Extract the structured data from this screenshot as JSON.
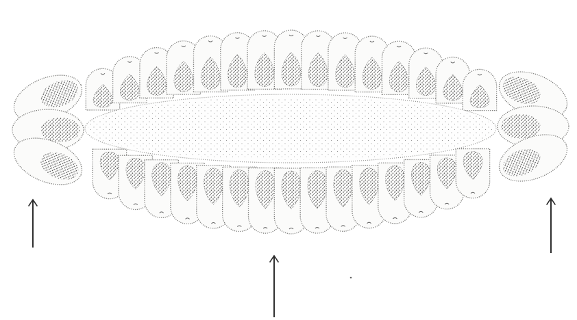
{
  "figure": {
    "kind": "stippled line drawing",
    "ink_color": "#3a3a3a",
    "background_color": "#ffffff",
    "upper_lobe_count": 15,
    "lower_lobe_count": 15,
    "end_lobe_count_each_side": 3,
    "arrow_count": 3
  }
}
